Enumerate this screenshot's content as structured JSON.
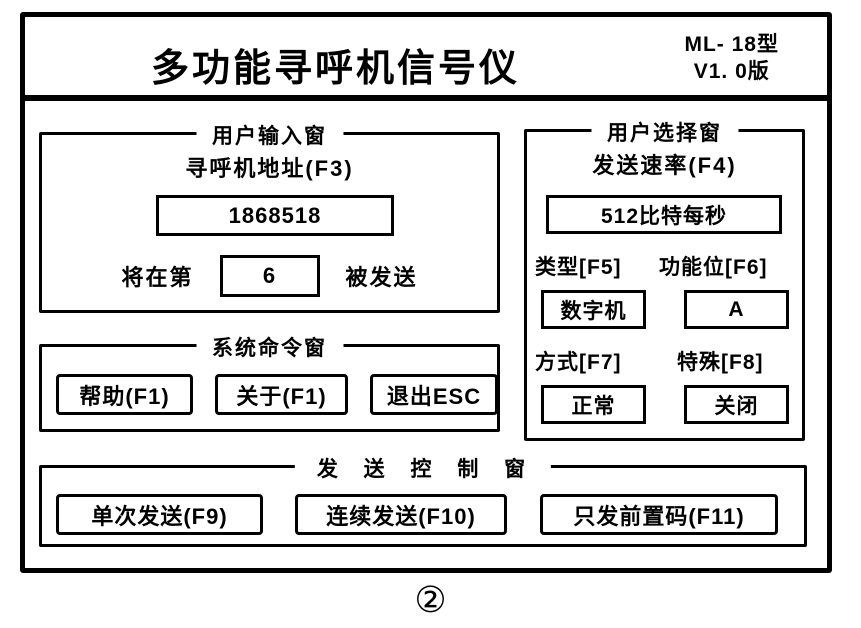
{
  "window": {
    "title": "多功能寻呼机信号仪",
    "model": "ML- 18型",
    "version": "V1. 0版"
  },
  "user_input_panel": {
    "legend": "用户输入窗",
    "address_label": "寻呼机地址(F3)",
    "address_value": "1868518",
    "slot_prefix": "将在第",
    "slot_value": "6",
    "slot_suffix": "被发送"
  },
  "user_select_panel": {
    "legend": "用户选择窗",
    "rate_label": "发送速率(F4)",
    "rate_value": "512比特每秒",
    "type_label": "类型[F5]",
    "type_value": "数字机",
    "function_label": "功能位[F6]",
    "function_value": "A",
    "mode_label": "方式[F7]",
    "mode_value": "正常",
    "special_label": "特殊[F8]",
    "special_value": "关闭"
  },
  "system_command_panel": {
    "legend": "系统命令窗",
    "help_button": "帮助(F1)",
    "about_button": "关于(F1)",
    "exit_button": "退出ESC"
  },
  "send_control_panel": {
    "legend": "发 送 控 制 窗",
    "single_send_button": "单次发送(F9)",
    "continuous_send_button": "连续发送(F10)",
    "preamble_only_button": "只发前置码(F11)"
  },
  "caption": "②",
  "colors": {
    "ink": "#000000",
    "background": "#ffffff"
  }
}
